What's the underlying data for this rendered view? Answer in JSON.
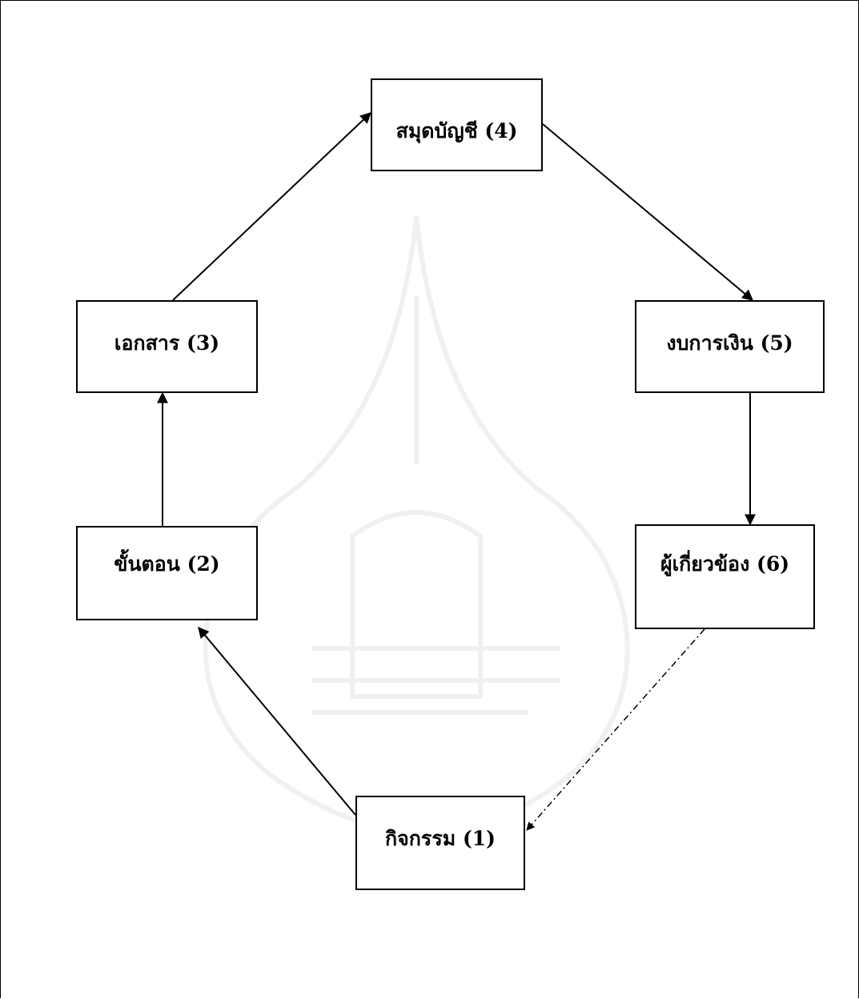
{
  "diagram": {
    "type": "flow-cycle",
    "nodes": [
      {
        "id": "n1",
        "label": "กิจกรรม (1)"
      },
      {
        "id": "n2",
        "label": "ขั้นตอน (2)"
      },
      {
        "id": "n3",
        "label": "เอกสาร (3)"
      },
      {
        "id": "n4",
        "label": "สมุดบัญชี (4)"
      },
      {
        "id": "n5",
        "label": "งบการเงิน (5)"
      },
      {
        "id": "n6",
        "label": "ผู้เกี่ยวข้อง (6)"
      }
    ],
    "edges": [
      {
        "from": "n1",
        "to": "n2",
        "style": "solid"
      },
      {
        "from": "n2",
        "to": "n3",
        "style": "solid"
      },
      {
        "from": "n3",
        "to": "n4",
        "style": "solid"
      },
      {
        "from": "n4",
        "to": "n5",
        "style": "solid"
      },
      {
        "from": "n5",
        "to": "n6",
        "style": "solid"
      },
      {
        "from": "n6",
        "to": "n1",
        "style": "dash-dot"
      }
    ]
  }
}
